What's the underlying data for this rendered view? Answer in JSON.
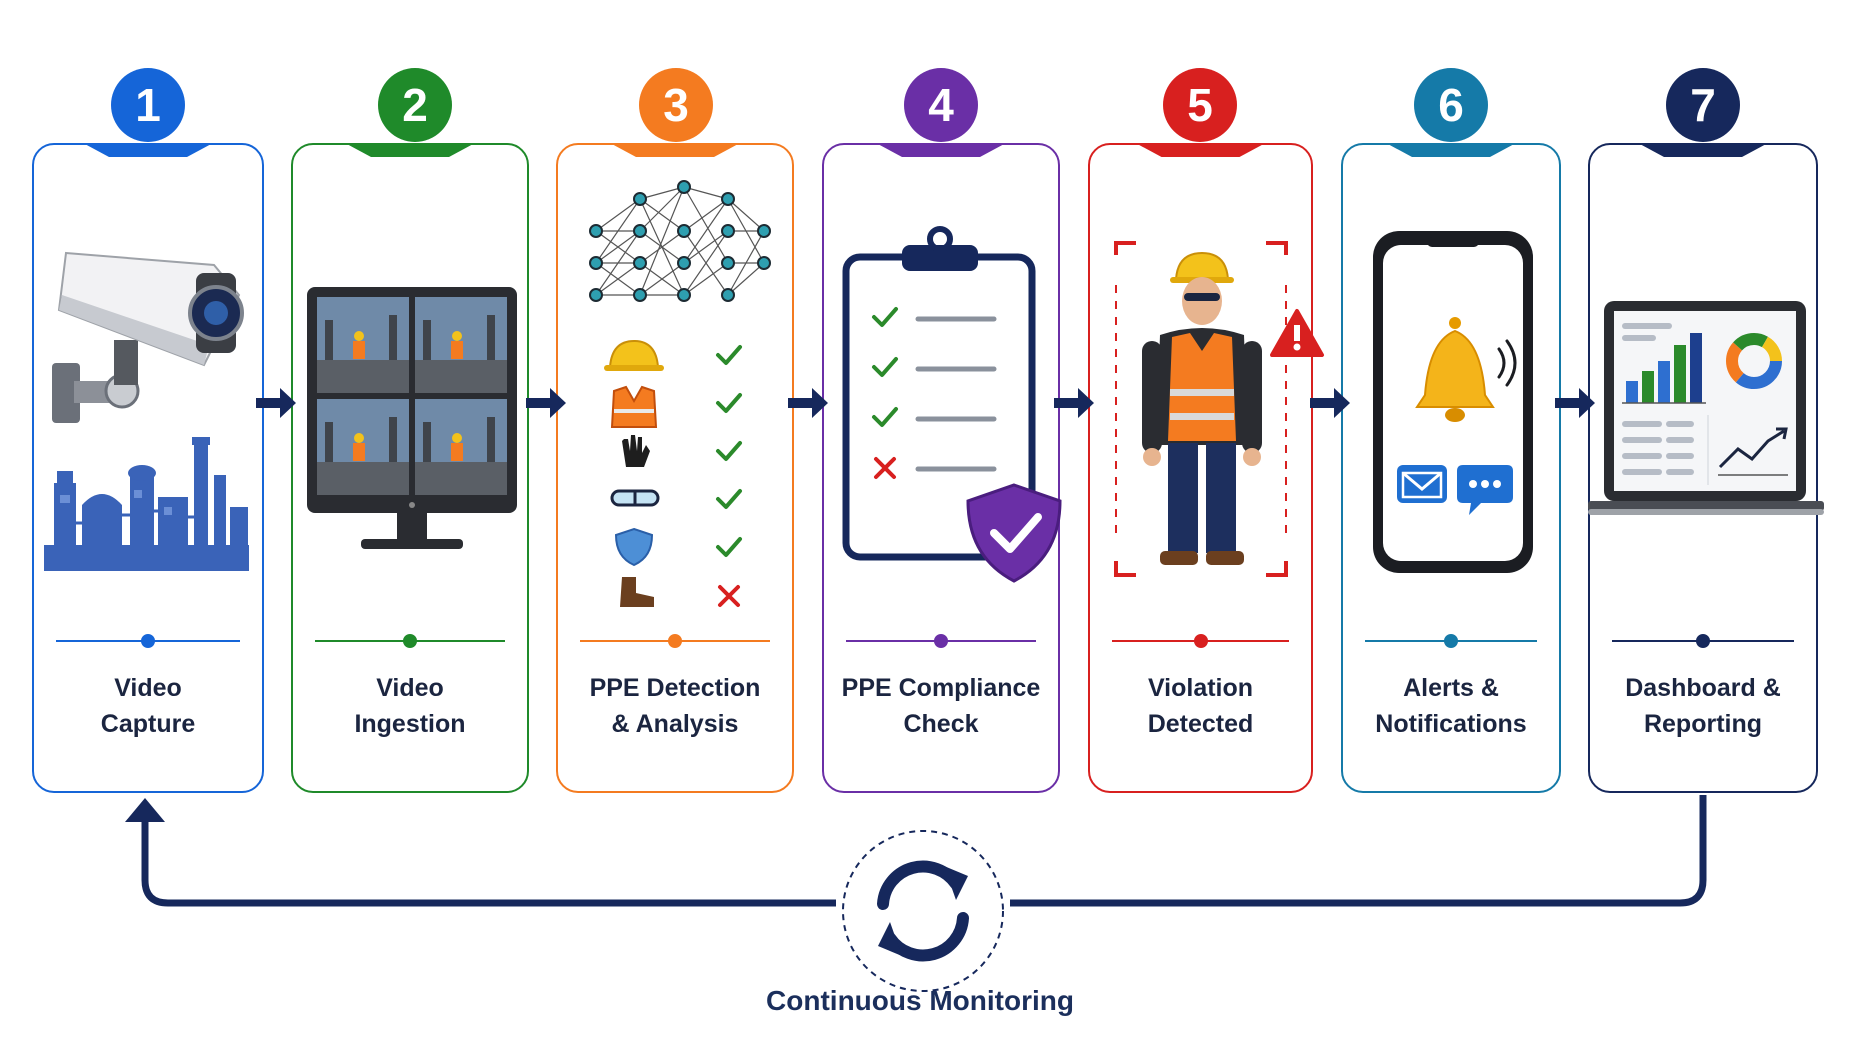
{
  "steps": [
    {
      "number": "1",
      "line1": "Video",
      "line2": "Capture",
      "color": "#1565d8"
    },
    {
      "number": "2",
      "line1": "Video",
      "line2": "Ingestion",
      "color": "#1f8a2a"
    },
    {
      "number": "3",
      "line1": "PPE Detection",
      "line2": "& Analysis",
      "color": "#f47b20"
    },
    {
      "number": "4",
      "line1": "PPE Compliance",
      "line2": "Check",
      "color": "#6a2fa6"
    },
    {
      "number": "5",
      "line1": "Violation",
      "line2": "Detected",
      "color": "#d8201f"
    },
    {
      "number": "6",
      "line1": "Alerts &",
      "line2": "Notifications",
      "color": "#157aa8"
    },
    {
      "number": "7",
      "line1": "Dashboard &",
      "line2": "Reporting",
      "color": "#16285c"
    }
  ],
  "loop": {
    "label": "Continuous Monitoring",
    "color": "#16285c"
  },
  "colors": {
    "arrow": "#16285c",
    "check": "#2b8a2b",
    "cross": "#d8201f"
  }
}
